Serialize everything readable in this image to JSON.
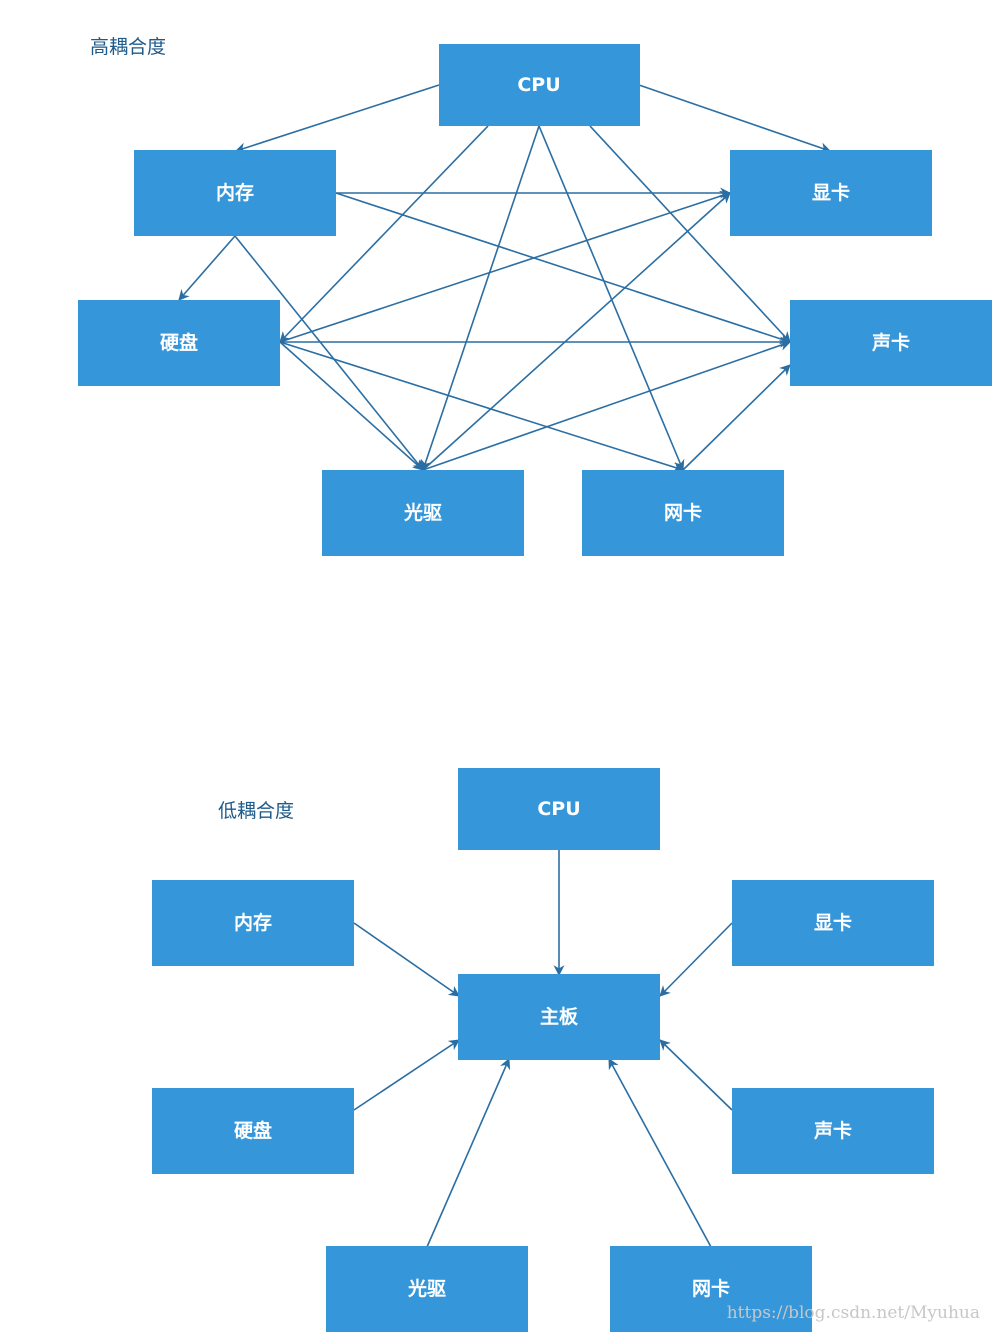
{
  "high": {
    "title": "高耦合度",
    "nodes": {
      "cpu": "CPU",
      "mem": "内存",
      "gpu": "显卡",
      "hdd": "硬盘",
      "snd": "声卡",
      "odd": "光驱",
      "net": "网卡"
    }
  },
  "low": {
    "title": "低耦合度",
    "nodes": {
      "cpu": "CPU",
      "mem": "内存",
      "gpu": "显卡",
      "board": "主板",
      "hdd": "硬盘",
      "snd": "声卡",
      "odd": "光驱",
      "net": "网卡"
    }
  },
  "watermark": "https://blog.csdn.net/Myuhua",
  "colors": {
    "node_fill": "#3597da",
    "edge": "#2a6ea3",
    "title": "#1e5a8a"
  }
}
